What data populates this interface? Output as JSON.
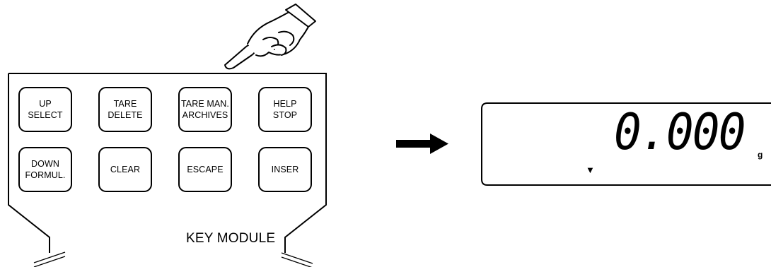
{
  "keys": [
    {
      "line1": "UP",
      "line2": "SELECT"
    },
    {
      "line1": "TARE",
      "line2": "DELETE"
    },
    {
      "line1": "TARE MAN.",
      "line2": "ARCHIVES"
    },
    {
      "line1": "HELP",
      "line2": "STOP"
    },
    {
      "line1": "DOWN",
      "line2": "FORMUL."
    },
    {
      "line1": "CLEAR"
    },
    {
      "line1": "ESCAPE"
    },
    {
      "line1": "INSER"
    }
  ],
  "module_label": "KEY MODULE",
  "display": {
    "reading": "0.000",
    "unit": "g",
    "indicator_glyph": "▼"
  },
  "icons": {
    "pointer": "pointing-hand-icon",
    "arrow": "right-arrow-icon"
  }
}
